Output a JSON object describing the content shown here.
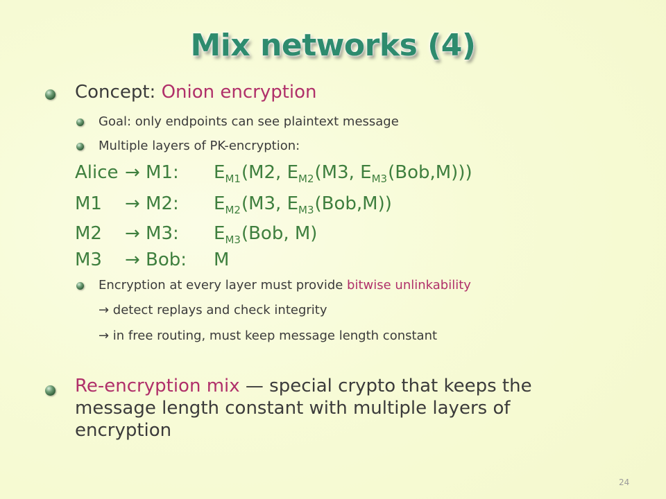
{
  "title": "Mix networks (4)",
  "concept": {
    "label": "Concept:",
    "value": "Onion encryption"
  },
  "goal": "Goal: only endpoints can see plaintext message",
  "layers": "Multiple layers of PK-encryption:",
  "onion_lines": [
    {
      "from": "Alice",
      "arrow": "→ M1:",
      "e": "E",
      "s": "M1",
      "rest1": "(M2, E",
      "s2": "M2",
      "rest2": "(M3, E",
      "s3": "M3",
      "rest3": "(Bob,M)))"
    },
    {
      "from": "M1",
      "arrow": "→ M2:",
      "e": "E",
      "s": "M2",
      "rest1": "(M3, E",
      "s2": "M3",
      "rest2": "(Bob,M))"
    },
    {
      "from": "M2",
      "arrow": "→ M3:",
      "e": "E",
      "s": "M3",
      "rest1": "(Bob, M)"
    },
    {
      "from": "M3",
      "arrow": "→ Bob:",
      "e": "M"
    }
  ],
  "encryption": {
    "text": "Encryption at every layer must provide ",
    "accent": "bitwise unlinkability"
  },
  "detect": "→ detect replays and check integrity",
  "free_routing": "→ in free routing, must keep message length constant",
  "reencryption": {
    "accent": "Re-encryption mix",
    "line1_rest": " — special crypto that keeps the",
    "line2": "message length constant with multiple layers of",
    "line3": "encryption"
  },
  "page_number": "24"
}
